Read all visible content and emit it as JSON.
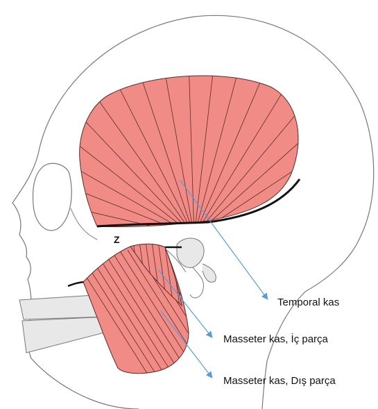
{
  "labels": {
    "z": "Z",
    "temporal": "Temporal kas",
    "masseter_inner": "Masseter kas, İç parça",
    "masseter_outer": "Masseter kas, Dış parça"
  },
  "colors": {
    "muscle_fill": "#f08b86",
    "muscle_stroke": "#5a2a2a",
    "bone_fill": "#e8e8e8",
    "outline": "#777777",
    "arrow": "#5b9bd5",
    "ridge": "#111111"
  }
}
